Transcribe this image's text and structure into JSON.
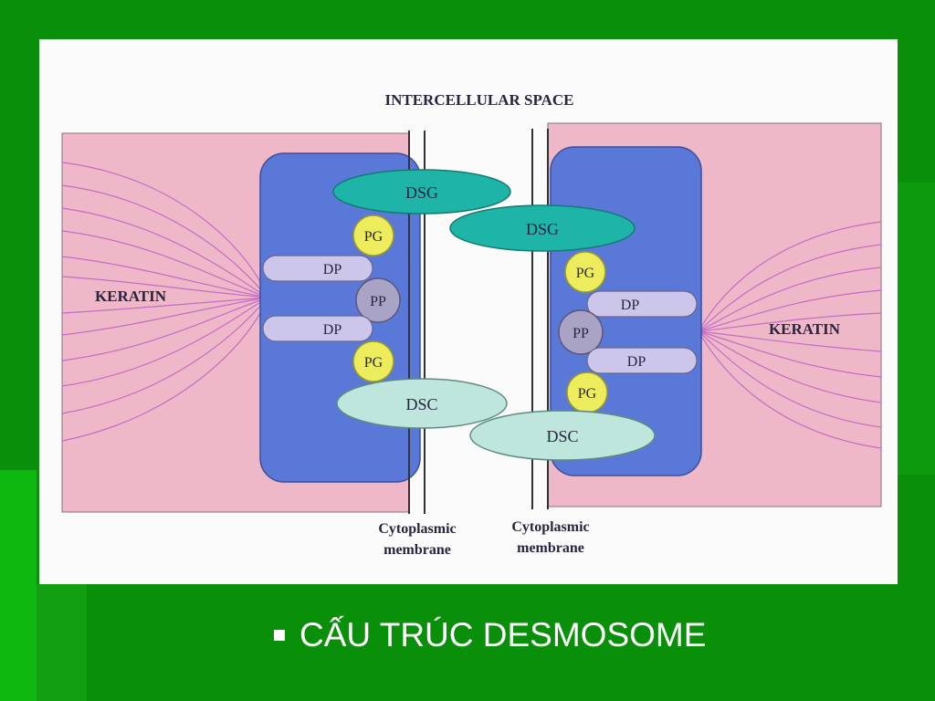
{
  "figure": {
    "top_label": "INTERCELLULAR SPACE",
    "left_cell": {
      "keratin_label": "KERATIN",
      "proteins": {
        "dsg": "DSG",
        "pg_top": "PG",
        "dp_top": "DP",
        "pp": "PP",
        "dp_bottom": "DP",
        "pg_bottom": "PG",
        "dsc": "DSC"
      },
      "membrane_label_line1": "Cytoplasmic",
      "membrane_label_line2": "membrane"
    },
    "right_cell": {
      "keratin_label": "KERATIN",
      "proteins": {
        "dsg": "DSG",
        "pg_top": "PG",
        "dp_top": "DP",
        "pp": "PP",
        "dp_bottom": "DP",
        "pg_bottom": "PG",
        "dsc": "DSC"
      },
      "membrane_label_line1": "Cytoplasmic",
      "membrane_label_line2": "membrane"
    },
    "colors": {
      "cytoplasm": "#efb8c8",
      "plaque": "#5a78d8",
      "dsg": "#1fb4a8",
      "pg": "#ecec5c",
      "dp": "#cbc6ea",
      "pp": "#a9a3c6",
      "dsc": "#bfe6dc",
      "keratin_lines": "#c46cc4"
    }
  },
  "caption": {
    "text": "CẤU TRÚC DESMOSOME"
  }
}
